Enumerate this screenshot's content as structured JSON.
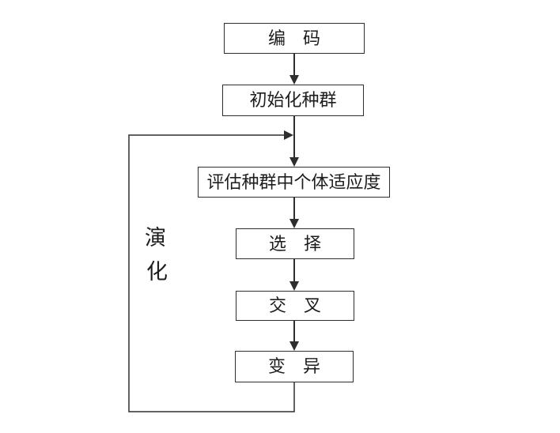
{
  "diagram": {
    "title": "genetic-algorithm-flowchart",
    "nodes": {
      "encode": {
        "label": "编　码"
      },
      "init": {
        "label": "初始化种群"
      },
      "evaluate": {
        "label": "评估种群中个体适应度"
      },
      "selection": {
        "label": "选　择"
      },
      "crossover": {
        "label": "交　叉"
      },
      "mutation": {
        "label": "变　异"
      }
    },
    "loop_label": {
      "char1": "演",
      "char2": "化"
    },
    "colors": {
      "line": "#2e2e2e",
      "background": "#ffffff",
      "text": "#1d1d1d"
    }
  }
}
